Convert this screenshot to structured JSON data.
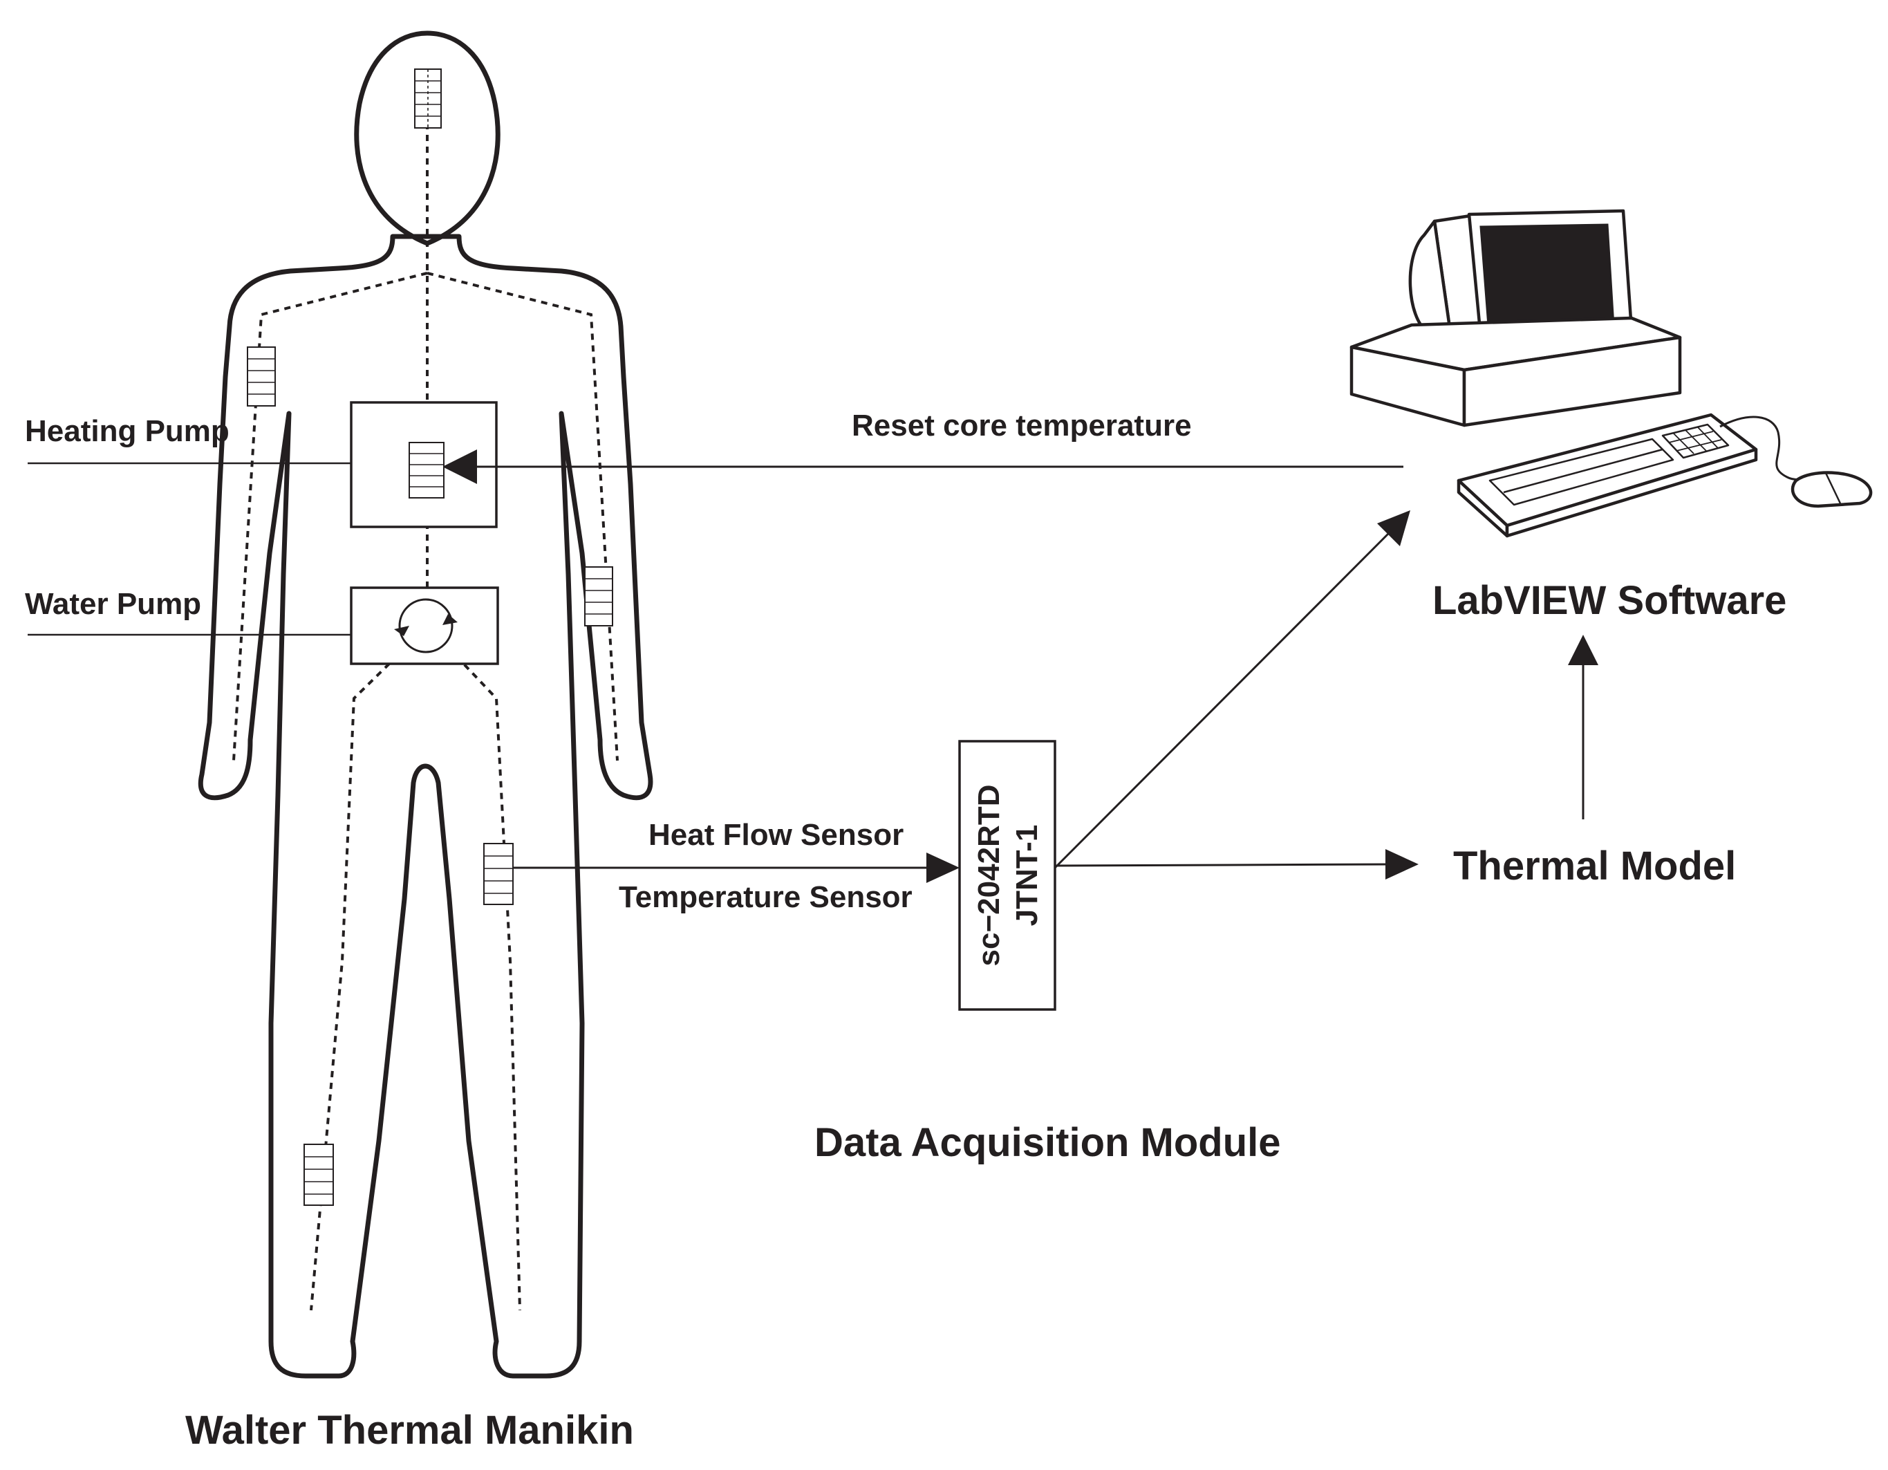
{
  "diagram": {
    "labels": {
      "heating_pump": "Heating Pump",
      "water_pump": "Water Pump",
      "reset_core_temperature": "Reset core temperature",
      "labview_software": "LabVIEW Software",
      "heat_flow_sensor": "Heat Flow Sensor",
      "temperature_sensor": "Temperature Sensor",
      "daq_model_line1": "sc−2042RTD",
      "daq_model_line2": "JTNT-1",
      "thermal_model": "Thermal Model",
      "data_acquisition_module": "Data Acquisition Module",
      "walter_thermal_manikin": "Walter Thermal Manikin"
    },
    "colors": {
      "ink": "#231f20",
      "screen": "#231f20",
      "background": "#ffffff"
    },
    "icons": [
      "computer-icon",
      "monitor-icon",
      "keyboard-icon",
      "mouse-icon",
      "pump-rotation-icon",
      "sensor-icon"
    ]
  }
}
